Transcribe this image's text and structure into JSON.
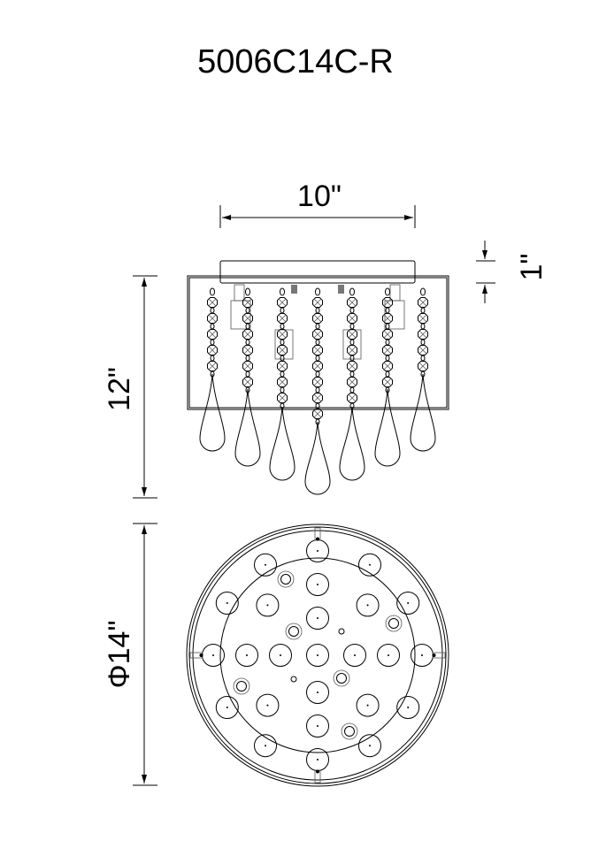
{
  "title": "5006C14C-R",
  "dimensions": {
    "width": "10\"",
    "height": "12\"",
    "canopy": "1\"",
    "diameter": "Φ14\""
  }
}
